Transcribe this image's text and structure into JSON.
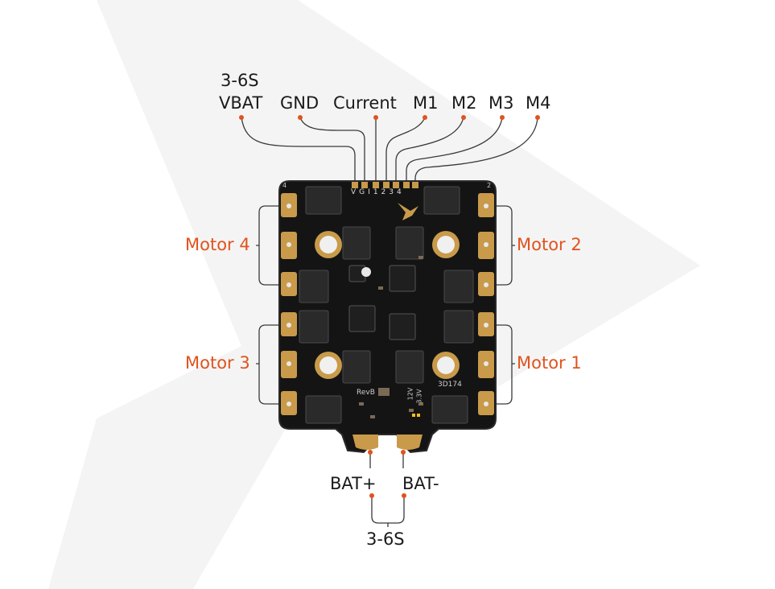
{
  "connector": {
    "voltage": "3-6S",
    "pins": [
      "VBAT",
      "GND",
      "Current",
      "M1",
      "M2",
      "M3",
      "M4"
    ],
    "pad_letters": [
      "V",
      "G",
      "I",
      "1",
      "2",
      "3",
      "4"
    ]
  },
  "board": {
    "rev": "RevB",
    "code": "3D174",
    "v12": "12V",
    "v33": "3.3V",
    "corner_left": "4",
    "corner_right": "2"
  },
  "motors": {
    "left_top": "Motor 4",
    "left_bottom": "Motor 3",
    "right_top": "Motor 2",
    "right_bottom": "Motor 1"
  },
  "battery": {
    "plus": "BAT+",
    "minus": "BAT-",
    "voltage": "3-6S"
  },
  "colors": {
    "accent": "#e0531d",
    "pcb": "#141414",
    "gold": "#c89a4a"
  }
}
